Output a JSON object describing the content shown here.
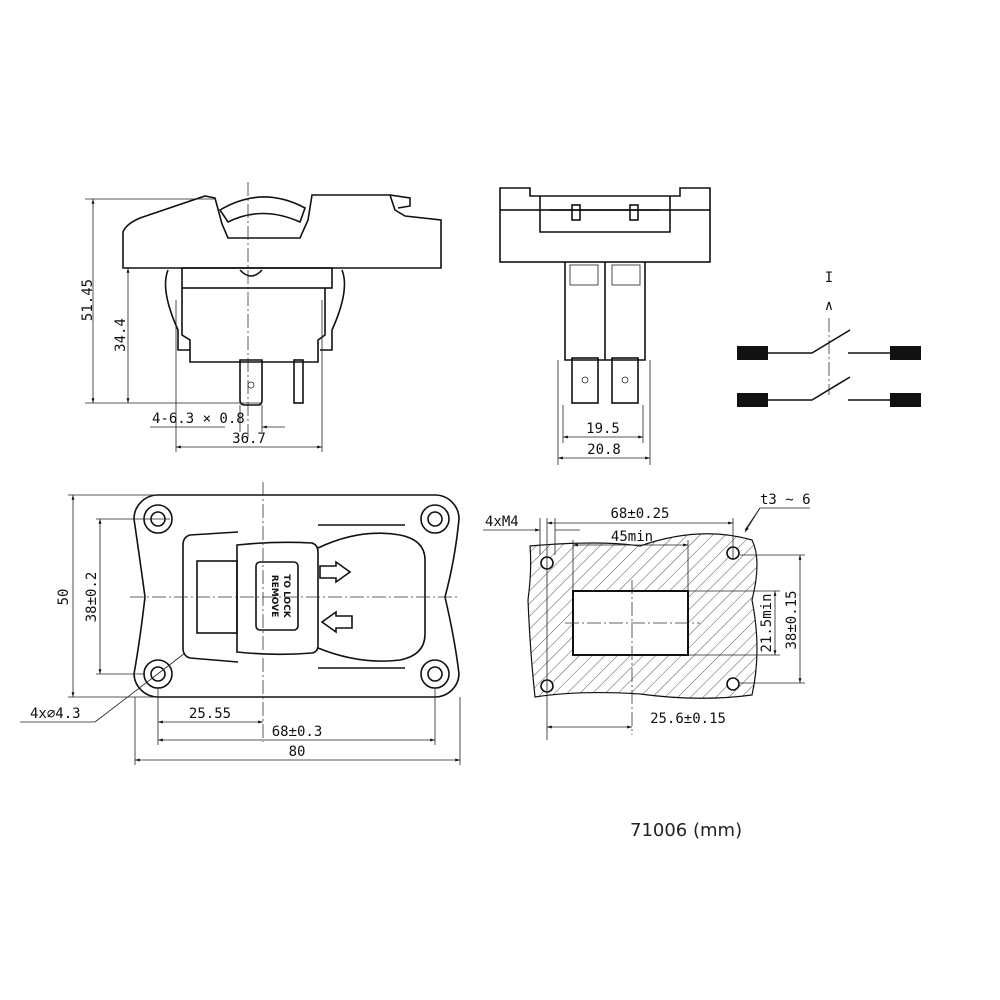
{
  "side_view": {
    "dim_total_height": "51.45",
    "dim_body_height": "34.4",
    "dim_terminals": "4-6.3 × 0.8",
    "dim_width": "36.7"
  },
  "front_view": {
    "dim_inner": "19.5",
    "dim_outer": "20.8"
  },
  "schematic": {
    "symbol_on": "I",
    "symbol_off": "∧"
  },
  "top_view": {
    "dim_height": "50",
    "dim_hole_spacing_v": "38±0.2",
    "dim_hole_note": "4x∅4.3",
    "dim_offset": "25.55",
    "dim_hole_spacing_h": "68±0.3",
    "dim_width": "80",
    "label_line1": "REMOVE",
    "label_line2": "TO LOCK"
  },
  "cutout_view": {
    "dim_screws": "4xM4",
    "dim_hole_spacing_h": "68±0.25",
    "dim_thickness": "t3 ~ 6",
    "dim_cut_width": "45min",
    "dim_cut_height": "21.5min",
    "dim_hole_spacing_v": "38±0.15",
    "dim_offset": "25.6±0.15"
  },
  "caption": "71006 (mm)"
}
